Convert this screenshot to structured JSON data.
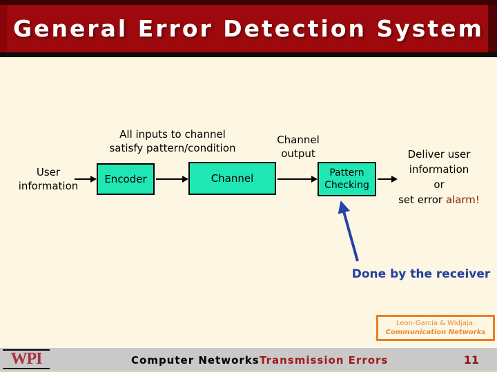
{
  "slide": {
    "title": "General Error Detection System",
    "diagram": {
      "caption_inputs": {
        "line1": "All inputs to channel",
        "line2": "satisfy pattern/condition"
      },
      "caption_output": {
        "line1": "Channel",
        "line2": "output"
      },
      "user_label": {
        "line1": "User",
        "line2": "information"
      },
      "boxes": {
        "encoder": "Encoder",
        "channel": "Channel",
        "pattern": {
          "line1": "Pattern",
          "line2": "Checking"
        }
      },
      "deliver": {
        "line1": "Deliver user",
        "line2": "information",
        "line3": "or",
        "line4_prefix": "set error ",
        "line4_alarm": "alarm!"
      },
      "done_text": "Done by the receiver"
    },
    "citation": {
      "line1": "Leon-Garcia & Widjaja:",
      "line2": "Communication Networks"
    },
    "footer": {
      "logo": "WPI",
      "course": "Computer Networks",
      "topic": "Transmission Errors",
      "page": "11"
    },
    "colors": {
      "header_red": "#9D090D",
      "body_cream": "#FCF6E2",
      "box_teal": "#1FE7B4",
      "arrow_blue": "#2743A8",
      "done_navy": "#21409F",
      "alarm_red": "#8B2000",
      "citation_orange": "#E87E26",
      "footer_gray": "#C9C9C9",
      "footer_red": "#9E1B1B",
      "wpi_crimson": "#A63341"
    }
  }
}
